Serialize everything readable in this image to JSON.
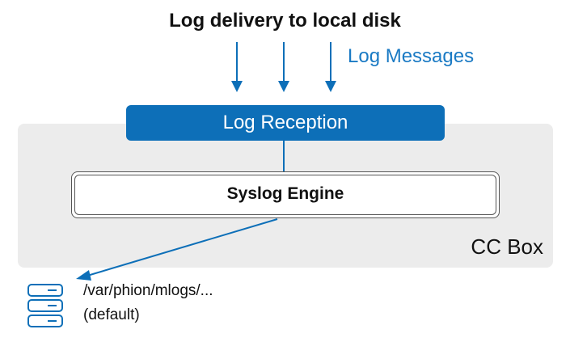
{
  "diagram": {
    "title": "Log delivery to local disk",
    "messages_label": "Log Messages",
    "reception_label": "Log Reception",
    "engine_label": "Syslog Engine",
    "container_label": "CC Box",
    "storage_path": "/var/phion/mlogs/...",
    "storage_note": "(default)",
    "colors": {
      "accent": "#0d6fb8",
      "accent_text": "#1a7ac4",
      "container_bg": "#ececec",
      "text": "#111111"
    },
    "icons": {
      "storage": "server-stack-icon"
    }
  }
}
